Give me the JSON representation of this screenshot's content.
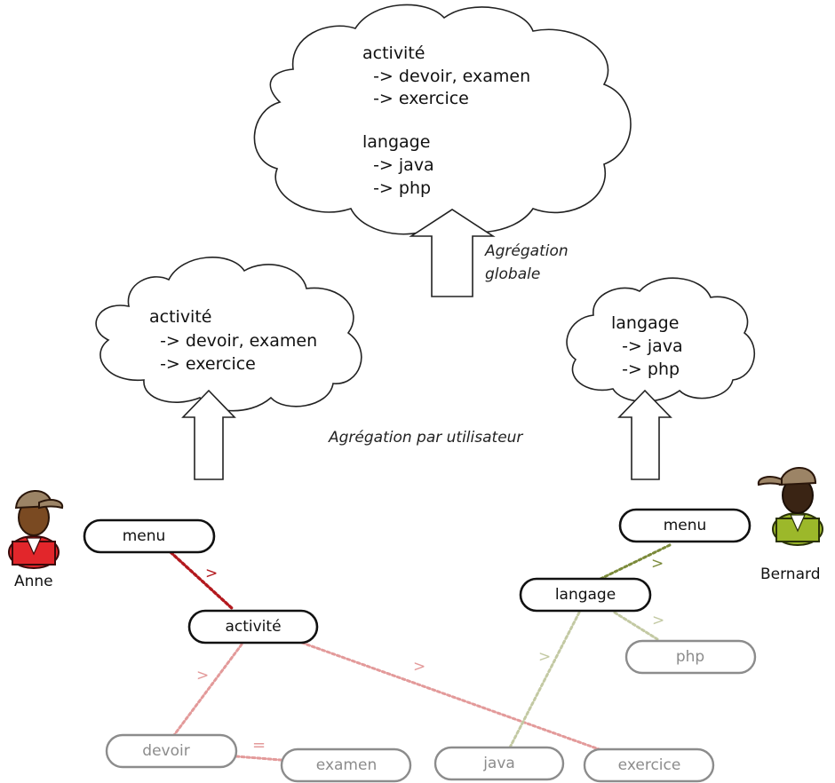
{
  "global_cloud": {
    "lines": [
      "activité",
      "  -> devoir, examen",
      "  -> exercice",
      "",
      "langage",
      "  -> java",
      "  -> php"
    ]
  },
  "anne_cloud": {
    "lines": [
      "activité",
      "  -> devoir, examen",
      "  -> exercice"
    ]
  },
  "bernard_cloud": {
    "lines": [
      "langage",
      "  -> java",
      "  -> php"
    ]
  },
  "captions": {
    "global_line1": "Agrégation",
    "global_line2": "globale",
    "per_user": "Agrégation par utilisateur"
  },
  "users": {
    "anne": "Anne",
    "bernard": "Bernard"
  },
  "colors": {
    "anne_dark": "#b3191e",
    "anne_light": "#e39a9a",
    "bernard_dark": "#7b8a3a",
    "bernard_light": "#c3c9a3",
    "node_light_border": "#8c8c8c"
  },
  "nodes": {
    "anne_menu": "menu",
    "activite": "activité",
    "devoir": "devoir",
    "examen": "examen",
    "bernard_menu": "menu",
    "langage": "langage",
    "php": "php",
    "java": "java",
    "exercice": "exercice"
  },
  "edge_labels": {
    "gt": ">",
    "eq": "="
  }
}
